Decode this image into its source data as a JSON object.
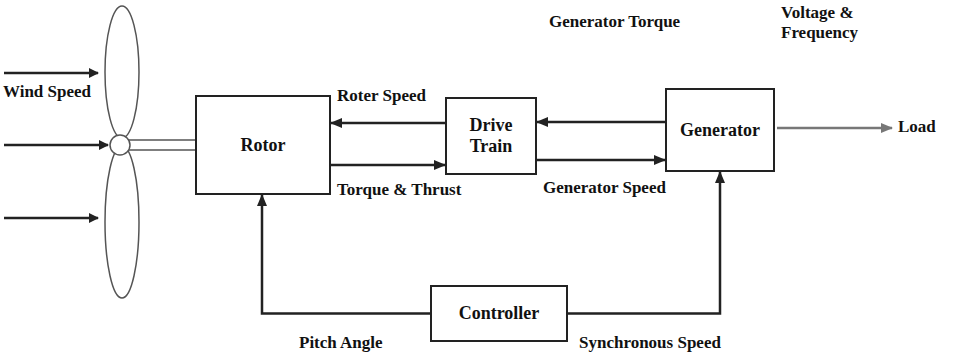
{
  "diagram": {
    "nodes": [
      {
        "text": [
          "Rotor"
        ]
      },
      {
        "text": [
          "Drive Train"
        ]
      },
      {
        "text": [
          "Generator"
        ]
      },
      {
        "text": [
          "Controller"
        ]
      }
    ],
    "edges": [
      {
        "from": 1,
        "to": 0,
        "arrow": "to",
        "label": "Roter Speed"
      },
      {
        "from": 0,
        "to": 1,
        "arrow": "to",
        "label": "Torque & Thrust"
      },
      {
        "from": 2,
        "to": 1,
        "arrow": "to",
        "label": "Generator Torque"
      },
      {
        "from": 1,
        "to": 2,
        "arrow": "to",
        "label": "Generator Speed"
      },
      {
        "from": 3,
        "to": 0,
        "arrow": "to",
        "label": "Pitch Angle"
      },
      {
        "from": 3,
        "to": 2,
        "arrow": "to",
        "label": "Synchronous Speed"
      }
    ],
    "labels": [
      "Wind Speed",
      "Voltage & Frequency",
      "Load"
    ]
  }
}
